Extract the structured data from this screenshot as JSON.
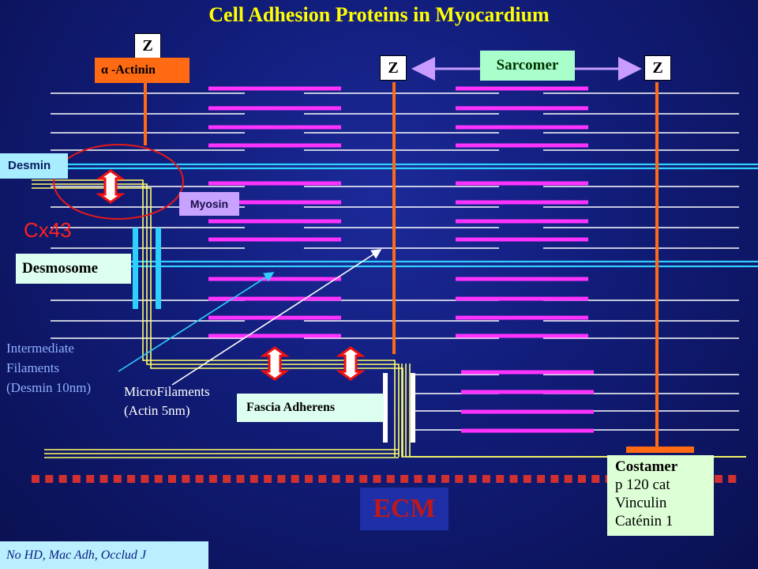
{
  "title": "Cell Adhesion Proteins in Myocardium",
  "labels": {
    "z": "Z",
    "alpha_symbol": "α",
    "actinin": "-Actinin",
    "sarcomer": "Sarcomer",
    "desmin": "Desmin",
    "myosin": "Myosin",
    "cx43": "Cx43",
    "desmosome": "Desmosome",
    "intermediate_filaments": "Intermediate\nFilaments\n(Desmin 10nm)",
    "microfilaments": "MicroFilaments\n(Actin 5nm)",
    "fascia_adherens": "Fascia Adherens",
    "costamer": {
      "heading": "Costamer",
      "items": [
        "p 120 cat",
        "Vinculin",
        "Caténin 1"
      ]
    },
    "ecm": "ECM",
    "footnote": "No HD, Mac Adh, Occlud J"
  },
  "colors": {
    "background": "#111c78",
    "title": "#ffff00",
    "actin_filament": "#ffffff",
    "myosin_filament": "#ff33ff",
    "desmin_filament": "#2fd0ff",
    "membrane": "#ffff66",
    "z_line": "#ff6a13",
    "ecm_dots": "#d03030",
    "cx43": "#ff2020",
    "arrow_violet": "#c79bff"
  },
  "icons": [
    "double-headed-arrow-icon",
    "pointer-arrow-icon",
    "highlight-circle-icon"
  ]
}
